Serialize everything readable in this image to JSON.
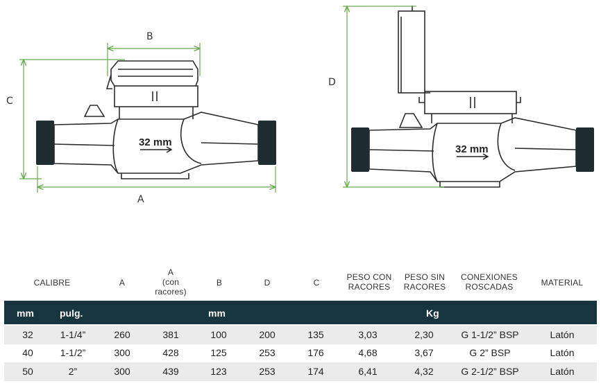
{
  "diagram": {
    "dimension_labels": {
      "a": "A",
      "b": "B",
      "c": "C",
      "d": "D"
    },
    "meter_label_left": "32 mm",
    "meter_label_right": "32 mm",
    "colors": {
      "dimension_lines": "#6aa84f",
      "outline": "#2b2b2b",
      "connector": "#1f2d31"
    }
  },
  "table": {
    "headers": {
      "calibre": "CALIBRE",
      "a": "A",
      "a_con_racores": [
        "A",
        "(con",
        "racores)"
      ],
      "b": "B",
      "d": "D",
      "c": "C",
      "peso_con_racores": [
        "PESO CON",
        "RACORES"
      ],
      "peso_sin_racores": [
        "PESO SIN",
        "RACORES"
      ],
      "conexiones_roscadas": [
        "CONEXIONES",
        "ROSCADAS"
      ],
      "material": "MATERIAL"
    },
    "units": {
      "mm": "mm",
      "pulg": "pulg.",
      "mm2": "mm",
      "kg": "Kg"
    },
    "header_bar_color": "#17343f",
    "row_shade_color": "#ebebeb",
    "rows": [
      {
        "mm": "32",
        "pulg": "1-1/4”",
        "a": "260",
        "a_racores": "381",
        "b": "100",
        "d": "200",
        "c": "135",
        "peso_con": "3,03",
        "peso_sin": "2,30",
        "conexion": "G 1-1/2” BSP",
        "material": "Latón"
      },
      {
        "mm": "40",
        "pulg": "1-1/2”",
        "a": "300",
        "a_racores": "428",
        "b": "125",
        "d": "253",
        "c": "176",
        "peso_con": "4,68",
        "peso_sin": "3,67",
        "conexion": "G 2” BSP",
        "material": "Latón"
      },
      {
        "mm": "50",
        "pulg": "2”",
        "a": "300",
        "a_racores": "439",
        "b": "123",
        "d": "253",
        "c": "174",
        "peso_con": "6,41",
        "peso_sin": "4,32",
        "conexion": "G 2-1/2” BSP",
        "material": "Latón"
      }
    ]
  }
}
